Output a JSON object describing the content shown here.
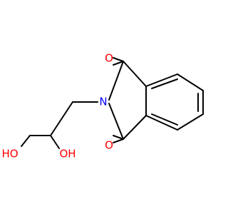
{
  "molecule": {
    "atoms": {
      "o_top": "O",
      "o_bottom": "O",
      "n": "N",
      "oh_left": "HO",
      "oh_mid": "OH"
    },
    "colors": {
      "oxygen": "#ff0000",
      "nitrogen": "#0000ff",
      "bond": "#000000"
    }
  }
}
